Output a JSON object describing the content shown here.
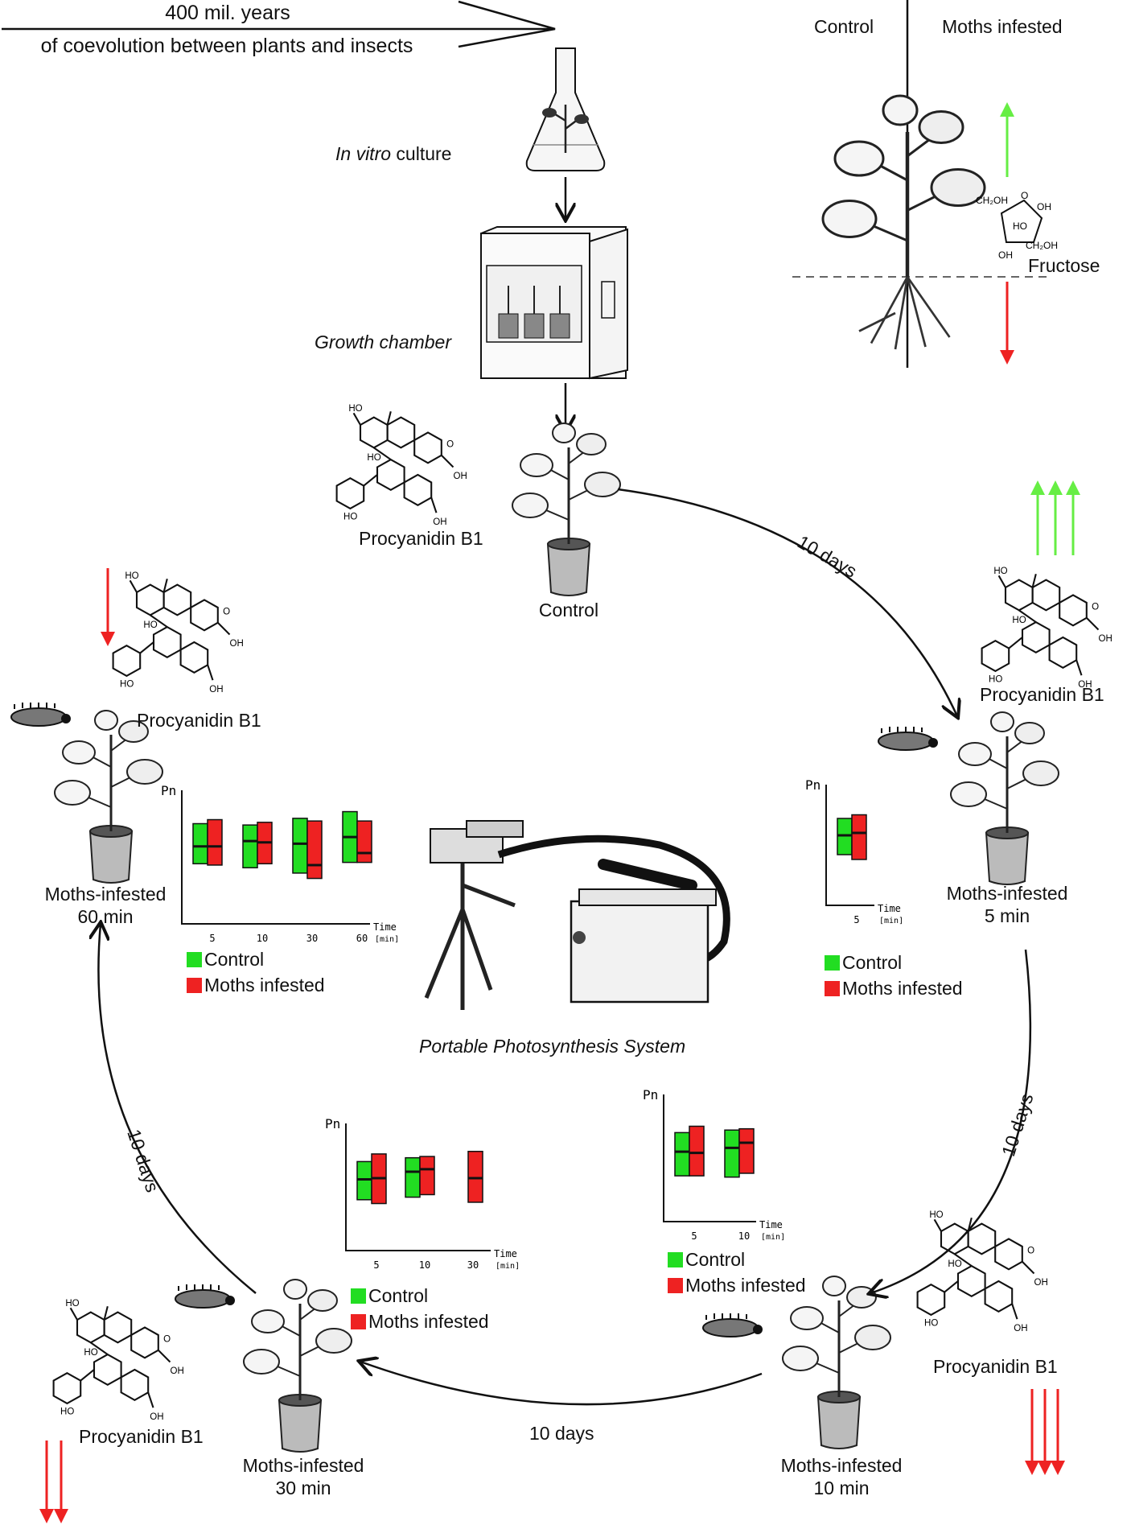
{
  "header": {
    "line1": "400 mil. years",
    "line2": "of coevolution between plants and insects"
  },
  "compare": {
    "control": "Control",
    "moths": "Moths infested",
    "fructose": "Fructose"
  },
  "workflow": {
    "in_vitro_em": "In vitro",
    "in_vitro_rest": " culture",
    "growth_chamber": "Growth chamber"
  },
  "compound_name": "Procyanidin B1",
  "stations": {
    "control": "Control",
    "m5_a": "Moths-infested",
    "m5_b": "5 min",
    "m10_a": "Moths-infested",
    "m10_b": "10 min",
    "m30_a": "Moths-infested",
    "m30_b": "30 min",
    "m60_a": "Moths-infested",
    "m60_b": "60 min"
  },
  "cycle_label": "10 days",
  "instrument": "Portable Photosynthesis System",
  "legend": {
    "control": "Control",
    "moths": "Moths infested"
  },
  "axis": {
    "y": "Pn",
    "x_top": "Time",
    "x_bottom": "[min]"
  },
  "colors": {
    "control": "#22dd22",
    "moths": "#ee2222",
    "up_arrow": "#66ee44",
    "down_arrow": "#ee2222",
    "ink": "#111111"
  },
  "chart_data": [
    {
      "type": "bar",
      "note": "floating box plot, Pn vs time",
      "categories": [
        "5"
      ],
      "series": [
        {
          "name": "Control",
          "boxes": [
            [
              0.42,
              0.72,
              0.58
            ]
          ]
        },
        {
          "name": "Moths infested",
          "boxes": [
            [
              0.38,
              0.75,
              0.6
            ]
          ]
        }
      ]
    },
    {
      "type": "bar",
      "categories": [
        "5",
        "10"
      ],
      "series": [
        {
          "name": "Control",
          "boxes": [
            [
              0.36,
              0.7,
              0.55
            ],
            [
              0.35,
              0.72,
              0.58
            ]
          ]
        },
        {
          "name": "Moths infested",
          "boxes": [
            [
              0.36,
              0.75,
              0.54
            ],
            [
              0.38,
              0.73,
              0.62
            ]
          ]
        }
      ]
    },
    {
      "type": "bar",
      "categories": [
        "5",
        "10",
        "30"
      ],
      "series": [
        {
          "name": "Control",
          "boxes": [
            [
              0.4,
              0.7,
              0.56
            ],
            [
              0.42,
              0.73,
              0.62
            ]
          ]
        },
        {
          "name": "Moths infested",
          "boxes": [
            [
              0.37,
              0.76,
              0.57
            ],
            [
              0.44,
              0.74,
              0.64
            ],
            [
              0.38,
              0.78,
              0.57
            ]
          ]
        }
      ]
    },
    {
      "type": "bar",
      "categories": [
        "5",
        "10",
        "30",
        "60"
      ],
      "series": [
        {
          "name": "Control",
          "boxes": [
            [
              0.45,
              0.75,
              0.58
            ],
            [
              0.42,
              0.74,
              0.62
            ],
            [
              0.38,
              0.79,
              0.6
            ],
            [
              0.46,
              0.84,
              0.65
            ]
          ]
        },
        {
          "name": "Moths infested",
          "boxes": [
            [
              0.44,
              0.78,
              0.58
            ],
            [
              0.45,
              0.76,
              0.61
            ],
            [
              0.34,
              0.77,
              0.44
            ],
            [
              0.46,
              0.77,
              0.53
            ]
          ]
        }
      ]
    }
  ]
}
